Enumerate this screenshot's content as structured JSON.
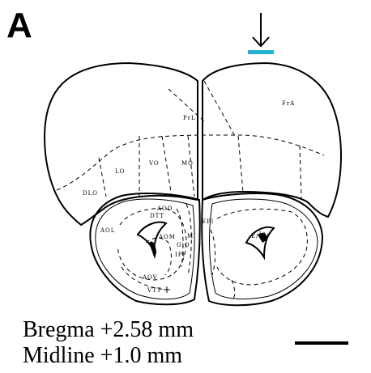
{
  "panel_letter": "A",
  "bregma_text": "Bregma +2.58 mm",
  "midline_text": "Midline +1.0 mm",
  "marker_color": "#22b3d3",
  "region_labels": {
    "prl": "PrL",
    "fra": "FrA",
    "lo": "LO",
    "vo": "VO",
    "mo": "MO",
    "dlo": "DLO",
    "aod": "AOD",
    "dtt": "DTT",
    "aol": "AOL",
    "aom": "AOM",
    "e_ov": "E/OV",
    "epl": "EPl",
    "gio": "GiO",
    "ipl": "IPl",
    "aov": "AOV",
    "vtt": "VTT",
    "lo_small": "lo",
    "m": "M"
  },
  "icons": {
    "arrow": "down-arrow-icon",
    "scale_bar": "scale-bar"
  }
}
